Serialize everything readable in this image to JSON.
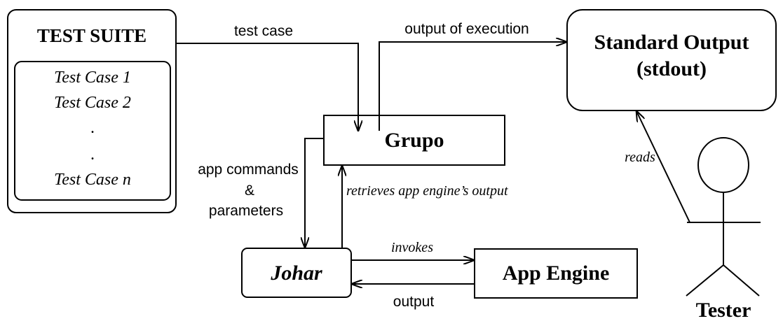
{
  "test_suite": {
    "title": "TEST SUITE",
    "cases": [
      "Test Case 1",
      "Test Case 2",
      ".",
      ".",
      "Test Case n"
    ]
  },
  "nodes": {
    "grupo": "Grupo",
    "johar": "Johar",
    "app_engine": "App Engine",
    "stdout_line1": "Standard Output",
    "stdout_line2": "(stdout)",
    "tester": "Tester"
  },
  "edges": {
    "test_case": "test case",
    "output_of_execution": "output of execution",
    "app_commands_1": "app commands",
    "app_commands_2": "&",
    "app_commands_3": "parameters",
    "retrieves": "retrieves app engine’s output",
    "invokes": "invokes",
    "output": "output",
    "reads": "reads"
  }
}
